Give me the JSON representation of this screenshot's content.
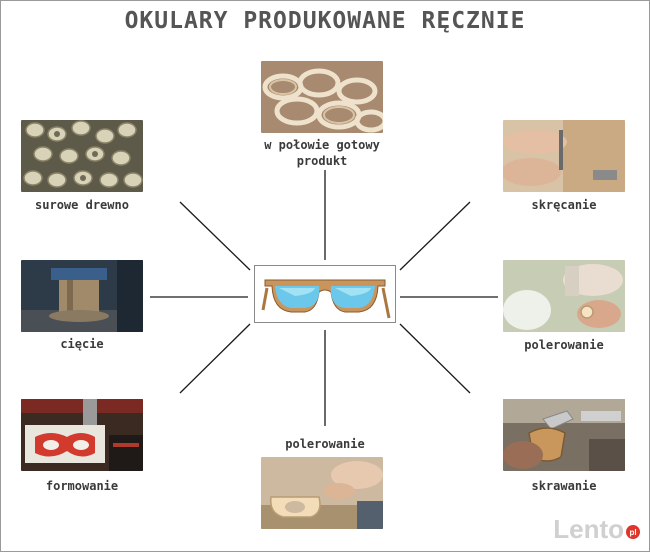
{
  "title": "OKULARY PRODUKOWANE RĘCZNIE",
  "steps": {
    "top": "w połowie gotowy produkt",
    "left_top": "surowe drewno",
    "left_mid": "cięcie",
    "left_bot": "formowanie",
    "bottom": "polerowanie",
    "right_top": "skręcanie",
    "right_mid": "polerowanie",
    "right_bot": "skrawanie"
  },
  "watermark": {
    "text": "Lento",
    "badge": "pl"
  },
  "colors": {
    "title": "#555555",
    "label": "#3a3a3a",
    "connector": "#1a1a1a",
    "lens": "#6cc8ea",
    "wood": "#c9955d"
  }
}
